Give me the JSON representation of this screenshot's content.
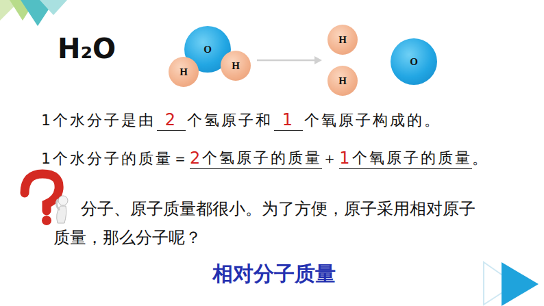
{
  "diagram": {
    "title": "H₂O",
    "nodes": [
      {
        "text": [
          "O"
        ]
      },
      {
        "text": [
          "H"
        ]
      },
      {
        "text": [
          "H"
        ]
      },
      {
        "text": [
          "H"
        ]
      },
      {
        "text": [
          "H"
        ]
      },
      {
        "text": [
          "O"
        ]
      }
    ],
    "labels": [
      "1个水分子是由",
      "2",
      "个氢原子和",
      "1",
      "个氧原子构成的。",
      "1个水分子的质量＝",
      "2",
      "个氢原子的质量",
      "＋",
      "1",
      "个氧原子的质量",
      "。",
      "分子、原子质量都很小。为了方便，原子采用相对原子质量，那么分子呢？",
      "相对分子质量"
    ]
  }
}
